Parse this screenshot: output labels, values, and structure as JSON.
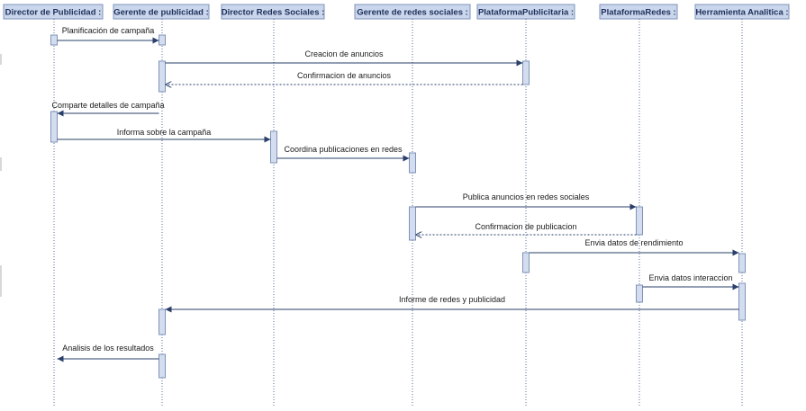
{
  "diagram": {
    "type": "sequence",
    "lifelines": [
      {
        "id": "director_publicidad",
        "label": "Director de Publicidad :"
      },
      {
        "id": "gerente_publicidad",
        "label": "Gerente de publicidad :"
      },
      {
        "id": "director_redes",
        "label": "Director Redes Sociales :"
      },
      {
        "id": "gerente_redes",
        "label": "Gerente de redes sociales :"
      },
      {
        "id": "plataforma_publicitaria",
        "label": "PlataformaPublicitaria :"
      },
      {
        "id": "plataforma_redes",
        "label": "PlataformaRedes :"
      },
      {
        "id": "herramienta_analitica",
        "label": "Herramienta Analitica :"
      }
    ],
    "messages": [
      {
        "label": "Planificación de campaña",
        "from": "director_publicidad",
        "to": "gerente_publicidad",
        "kind": "call"
      },
      {
        "label": "Creacion de anuncios",
        "from": "gerente_publicidad",
        "to": "plataforma_publicitaria",
        "kind": "call"
      },
      {
        "label": "Confirmacion de anuncios",
        "from": "plataforma_publicitaria",
        "to": "gerente_publicidad",
        "kind": "return"
      },
      {
        "label": "Comparte detalles de campaña",
        "from": "gerente_publicidad",
        "to": "director_publicidad",
        "kind": "call"
      },
      {
        "label": "Informa sobre la campaña",
        "from": "director_publicidad",
        "to": "director_redes",
        "kind": "call"
      },
      {
        "label": "Coordina publicaciones en redes",
        "from": "director_redes",
        "to": "gerente_redes",
        "kind": "call"
      },
      {
        "label": "Publica anuncios en redes sociales",
        "from": "gerente_redes",
        "to": "plataforma_redes",
        "kind": "call"
      },
      {
        "label": "Confirmacion de publicacion",
        "from": "plataforma_redes",
        "to": "gerente_redes",
        "kind": "return"
      },
      {
        "label": "Envia datos de rendimiento",
        "from": "plataforma_publicitaria",
        "to": "herramienta_analitica",
        "kind": "call"
      },
      {
        "label": "Envia datos interaccion",
        "from": "plataforma_redes",
        "to": "herramienta_analitica",
        "kind": "call"
      },
      {
        "label": "Informe de redes y publicidad",
        "from": "herramienta_analitica",
        "to": "gerente_publicidad",
        "kind": "call"
      },
      {
        "label": "Analisis de los resultados",
        "from": "gerente_publicidad",
        "to": "director_publicidad",
        "kind": "call"
      }
    ]
  },
  "colors": {
    "header_fill": "#c9d6ec",
    "header_border": "#7f93b8",
    "header_text": "#1f2f5a",
    "lifeline": "#5a6f97",
    "activation_fill": "#d3ddef",
    "arrow": "#2a3f6a"
  }
}
